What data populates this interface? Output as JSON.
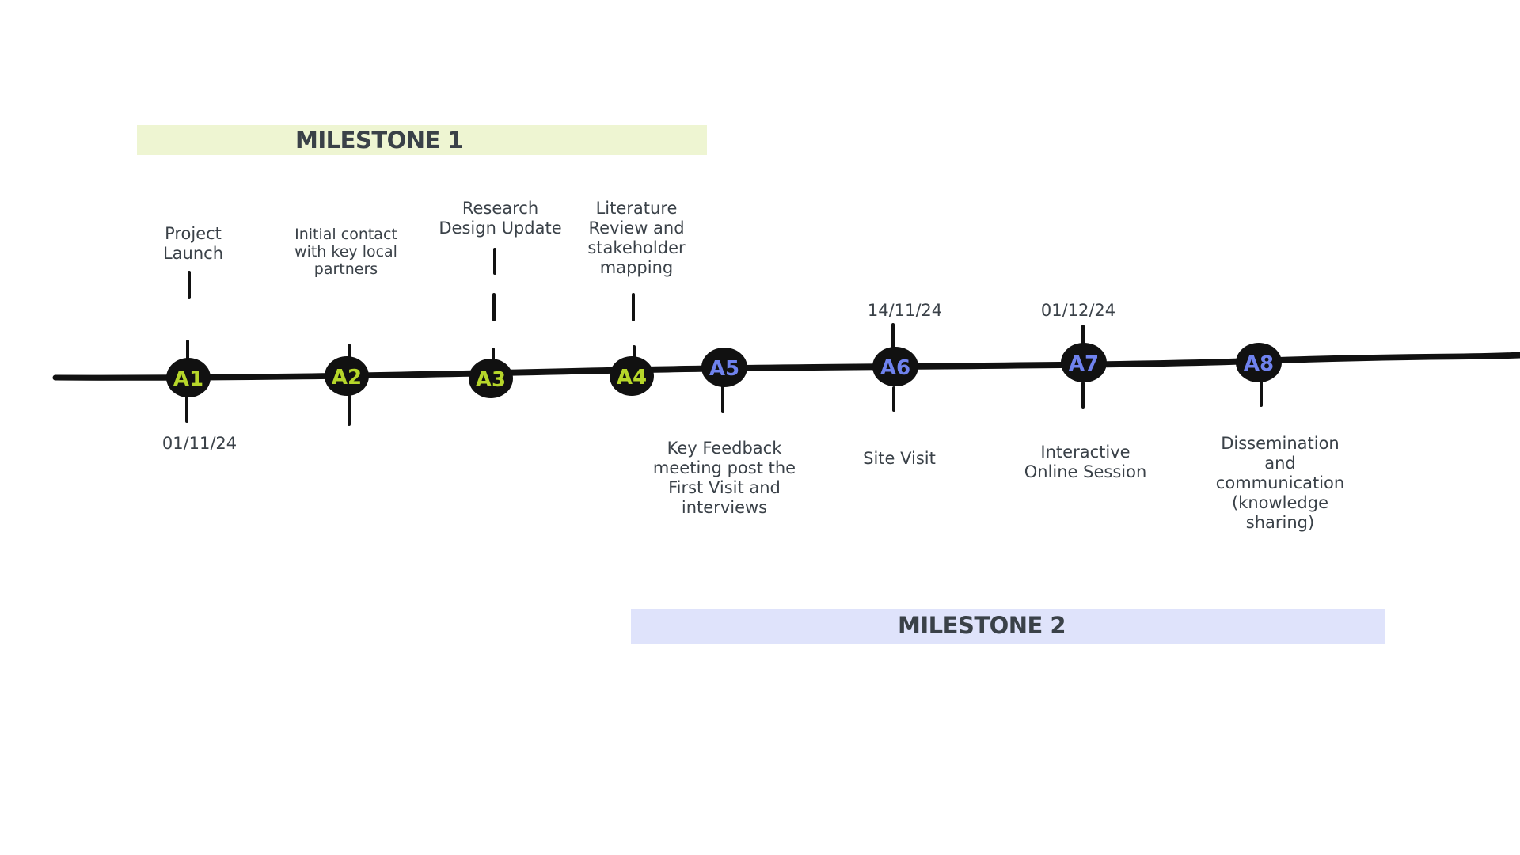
{
  "milestones": [
    {
      "label": "MILESTONE 1",
      "color": "#eef5d2"
    },
    {
      "label": "MILESTONE 2",
      "color": "#dfe3fb"
    }
  ],
  "colors": {
    "line": "#111111",
    "node": "#111111",
    "milestone1_text": "#b6d62a",
    "milestone2_text": "#6f82ee"
  },
  "activities": [
    {
      "id": "A1",
      "label": "Project\nLaunch",
      "date": "01/11/24",
      "milestone": 1
    },
    {
      "id": "A2",
      "label": "Initial contact\nwith key local\npartners",
      "date": "",
      "milestone": 1
    },
    {
      "id": "A3",
      "label": "Research\nDesign Update",
      "date": "",
      "milestone": 1
    },
    {
      "id": "A4",
      "label": "Literature\nReview and\nstakeholder\nmapping",
      "date": "",
      "milestone": 1
    },
    {
      "id": "A5",
      "label": "Key Feedback\nmeeting post the\nFirst Visit and\ninterviews",
      "date": "",
      "milestone": 2
    },
    {
      "id": "A6",
      "label": "Site Visit",
      "date": "14/11/24",
      "milestone": 2
    },
    {
      "id": "A7",
      "label": "Interactive\nOnline Session",
      "date": "01/12/24",
      "milestone": 2
    },
    {
      "id": "A8",
      "label": "Dissemination\nand\ncommunication\n(knowledge\nsharing)",
      "date": "",
      "milestone": 2
    }
  ]
}
